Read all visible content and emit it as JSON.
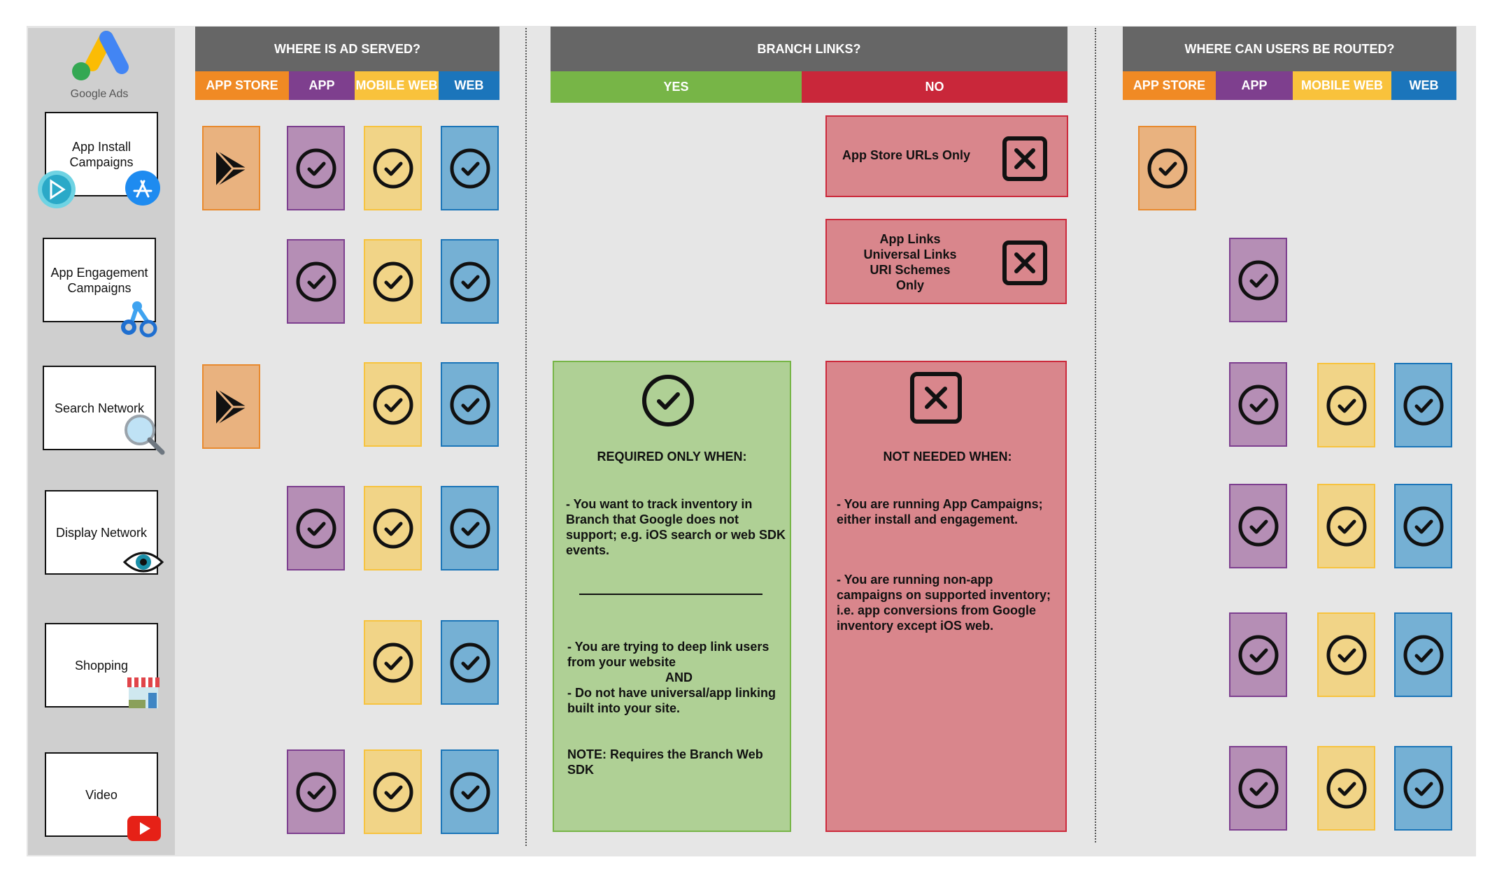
{
  "sidebar": {
    "logo_text": "Google Ads",
    "campaigns": [
      "App Install Campaigns",
      "App Engagement Campaigns",
      "Search Network",
      "Display Network",
      "Shopping",
      "Video"
    ]
  },
  "served": {
    "title": "WHERE IS AD SERVED?",
    "columns": [
      "APP STORE",
      "APP",
      "MOBILE WEB",
      "WEB"
    ]
  },
  "branch": {
    "title": "BRANCH LINKS?",
    "yes": "YES",
    "no": "NO",
    "app_store_only": "App Store URLs Only",
    "links_only": [
      "App Links",
      "Universal Links",
      "URI Schemes",
      "Only"
    ],
    "required_title": "REQUIRED ONLY WHEN:",
    "required_1": [
      "- You want to track inventory in",
      "Branch that Google does not",
      "support; e.g. iOS search or web SDK",
      "events."
    ],
    "required_2": [
      "- You are trying to deep link users",
      "from your website",
      "AND",
      "- Do not have universal/app linking",
      "built into your site."
    ],
    "required_note": [
      "NOTE: Requires the Branch Web",
      "SDK"
    ],
    "not_needed_title": "NOT NEEDED WHEN:",
    "not_needed_1": [
      "- You are running App Campaigns;",
      "either install and engagement."
    ],
    "not_needed_2": [
      "- You are running non-app",
      "campaigns on supported inventory;",
      "i.e. app conversions from Google",
      "inventory except iOS web."
    ]
  },
  "routed": {
    "title": "WHERE  CAN USERS BE ROUTED?",
    "columns": [
      "APP STORE",
      "APP",
      "MOBILE WEB",
      "WEB"
    ]
  },
  "colors": {
    "header_gray": "#666666",
    "app_store": "#f08a24",
    "app": "#7e3f8e",
    "mobile_web": "#f9c23c",
    "web": "#1b75bb",
    "yes_green": "#77b547",
    "no_red": "#c9273a"
  },
  "icons": [
    "google-ads-logo",
    "play-store-icon",
    "app-store-icon",
    "funnel-icon",
    "magnifier-icon",
    "eye-icon",
    "storefront-icon",
    "youtube-icon",
    "check-icon",
    "x-icon",
    "play-triangle-icon"
  ]
}
